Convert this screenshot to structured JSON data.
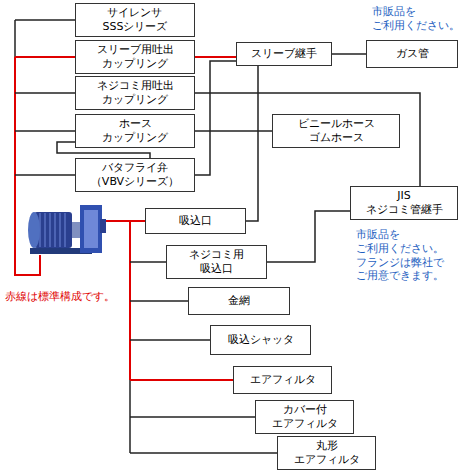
{
  "diagram": {
    "nodes": [
      {
        "text": [
          "サイレンサ SSSシリーズ"
        ]
      },
      {
        "text": [
          "スリーブ用吐出 カップリング"
        ]
      },
      {
        "text": [
          "ネジコミ用吐出 カップリング"
        ]
      },
      {
        "text": [
          "ホース カップリング"
        ]
      },
      {
        "text": [
          "バタフライ弁 （VBVシリーズ）"
        ]
      },
      {
        "text": [
          "スリーブ継手"
        ]
      },
      {
        "text": [
          "ガス管"
        ]
      },
      {
        "text": [
          "ビニールホース ゴムホース"
        ]
      },
      {
        "text": [
          "JIS ネジコミ管継手"
        ]
      },
      {
        "text": [
          "吸込口"
        ]
      },
      {
        "text": [
          "ネジコミ用 吸込口"
        ]
      },
      {
        "text": [
          "金網"
        ]
      },
      {
        "text": [
          "吸込シャッタ"
        ]
      },
      {
        "text": [
          "エアフィルタ"
        ]
      },
      {
        "text": [
          "カバー付 エアフィルタ"
        ]
      },
      {
        "text": [
          "丸形 エアフィルタ"
        ]
      }
    ],
    "edges": [
      {
        "from": 1,
        "to": 5,
        "arrow": "none"
      },
      {
        "from": 5,
        "to": 6,
        "arrow": "none"
      },
      {
        "from": 4,
        "to": 5,
        "arrow": "none"
      },
      {
        "from": 9,
        "to": 5,
        "arrow": "none"
      },
      {
        "from": 2,
        "to": 8,
        "arrow": "none"
      },
      {
        "from": 3,
        "to": 7,
        "arrow": "none"
      },
      {
        "from": 10,
        "to": 8,
        "arrow": "none"
      },
      {
        "from": 3,
        "to": 4,
        "arrow": "none"
      }
    ],
    "labels": [
      "市販品を ご利用ください。",
      "市販品を ご利用ください。 フランジは弊社で ご用意できます。",
      "赤線は標準構成です。"
    ]
  }
}
